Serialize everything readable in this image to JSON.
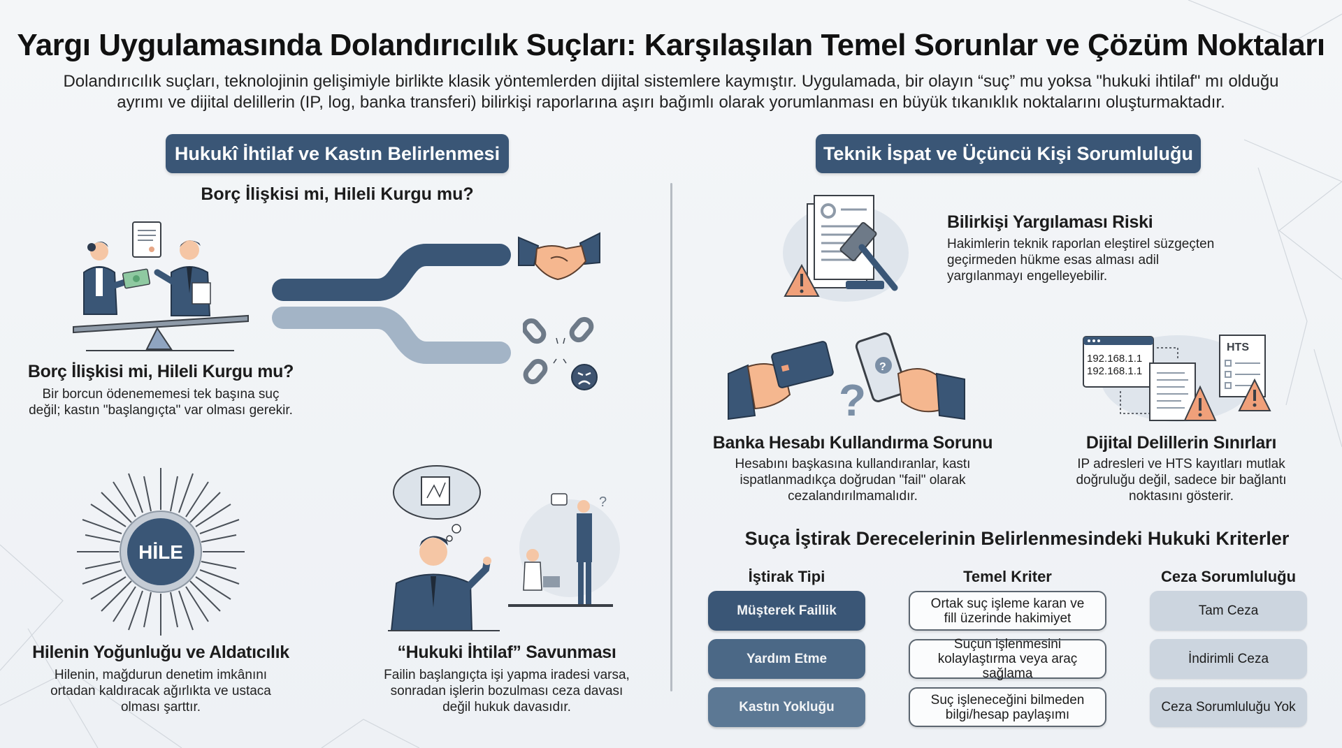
{
  "header": {
    "title": "Yargı Uygulamasında Dolandırıcılık Suçları: Karşılaşılan Temel Sorunlar ve Çözüm Noktaları",
    "intro_line1": "Dolandırıcılık suçları, teknolojinin gelişimiyle birlikte klasik yöntemlerden dijital sistemlere kaymıştır. Uygulamada, bir olayın “suç” mu yoksa \"hukuki ihtilaf\" mı olduğu",
    "intro_line2": "ayrımı ve dijital delillerin (IP, log, banka transferi) bilirkişi raporlarına aşırı bağımlı olarak yorumlanması en büyük tıkanıklık noktalarını oluşturmaktadır."
  },
  "left": {
    "section_label": "Hukukî İhtilaf ve Kastın Belirlenmesi",
    "subheading": "Borç İlişkisi mi, Hileli Kurgu mu?",
    "card1": {
      "heading": "Borç İlişkisi mi, Hileli Kurgu mu?",
      "text_line1": "Bir borcun ödenememesi tek başına suç",
      "text_line2": "değil; kastın \"başlangıçta\" var olması gerekir."
    },
    "card2": {
      "badge": "HİLE",
      "heading": "Hilenin Yoğunluğu ve Aldatıcılık",
      "text_line1": "Hilenin, mağdurun denetim imkânını",
      "text_line2": "ortadan kaldıracak ağırlıkta ve ustaca",
      "text_line3": "olması şarttır."
    },
    "card3": {
      "heading": "“Hukuki İhtilaf” Savunması",
      "text_line1": "Failin başlangıçta işi yapma iradesi varsa,",
      "text_line2": "sonradan işlerin bozulması ceza davası",
      "text_line3": "değil hukuk davasıdır."
    }
  },
  "right": {
    "section_label": "Teknik İspat ve Üçüncü Kişi Sorumluluğu",
    "card1": {
      "heading": "Bilirkişi Yargılaması Riski",
      "text_line1": "Hakimlerin teknik raporlan eleştirel süzgeçten",
      "text_line2": "geçirmeden hükme esas alması adil",
      "text_line3": "yargılanmayı engelleyebilir."
    },
    "card2": {
      "heading": "Banka Hesabı Kullandırma Sorunu",
      "text_line1": "Hesabını başkasına kullandıranlar, kastı",
      "text_line2": "ispatlanmadıkça doğrudan \"fail\" olarak",
      "text_line3": "cezalandırılmamalıdır."
    },
    "card3": {
      "ip1": "192.168.1.1",
      "ip2": "192.168.1.1",
      "doc_label": "HTS",
      "heading": "Dijital Delillerin Sınırları",
      "text_line1": "IP adresleri ve HTS kayıtları mutlak",
      "text_line2": "doğruluğu değil, sadece bir bağlantı",
      "text_line3": "noktasını gösterir."
    }
  },
  "table": {
    "title": "Suça İştirak Derecelerinin Belirlenmesindeki Hukuki Kriterler",
    "headers": [
      "İştirak Tipi",
      "Temel Kriter",
      "Ceza Sorumluluğu"
    ],
    "rows": [
      {
        "type": "Müşterek Faillik",
        "criterion_line1": "Ortak suç işleme karan ve",
        "criterion_line2": "fill üzerinde hakimiyet",
        "liability": "Tam Ceza",
        "color": "#3a5676"
      },
      {
        "type": "Yardım Etme",
        "criterion_line1": "Suçun işlenmesini",
        "criterion_line2": "kolaylaştırma veya araç sağlama",
        "liability": "İndirimli Ceza",
        "color": "#4b6886"
      },
      {
        "type": "Kastın Yokluğu",
        "criterion_line1": "Suç işleneceğini bilmeden",
        "criterion_line2": "bilgi/hesap paylaşımı",
        "liability": "Ceza Sorumluluğu Yok",
        "color": "#5c7894"
      }
    ]
  },
  "colors": {
    "navy": "#3a5676",
    "navy_light": "#a3b4c6",
    "warning_orange": "#f0a07a",
    "skin": "#f5b78f",
    "money_green": "#8fc9a1"
  }
}
